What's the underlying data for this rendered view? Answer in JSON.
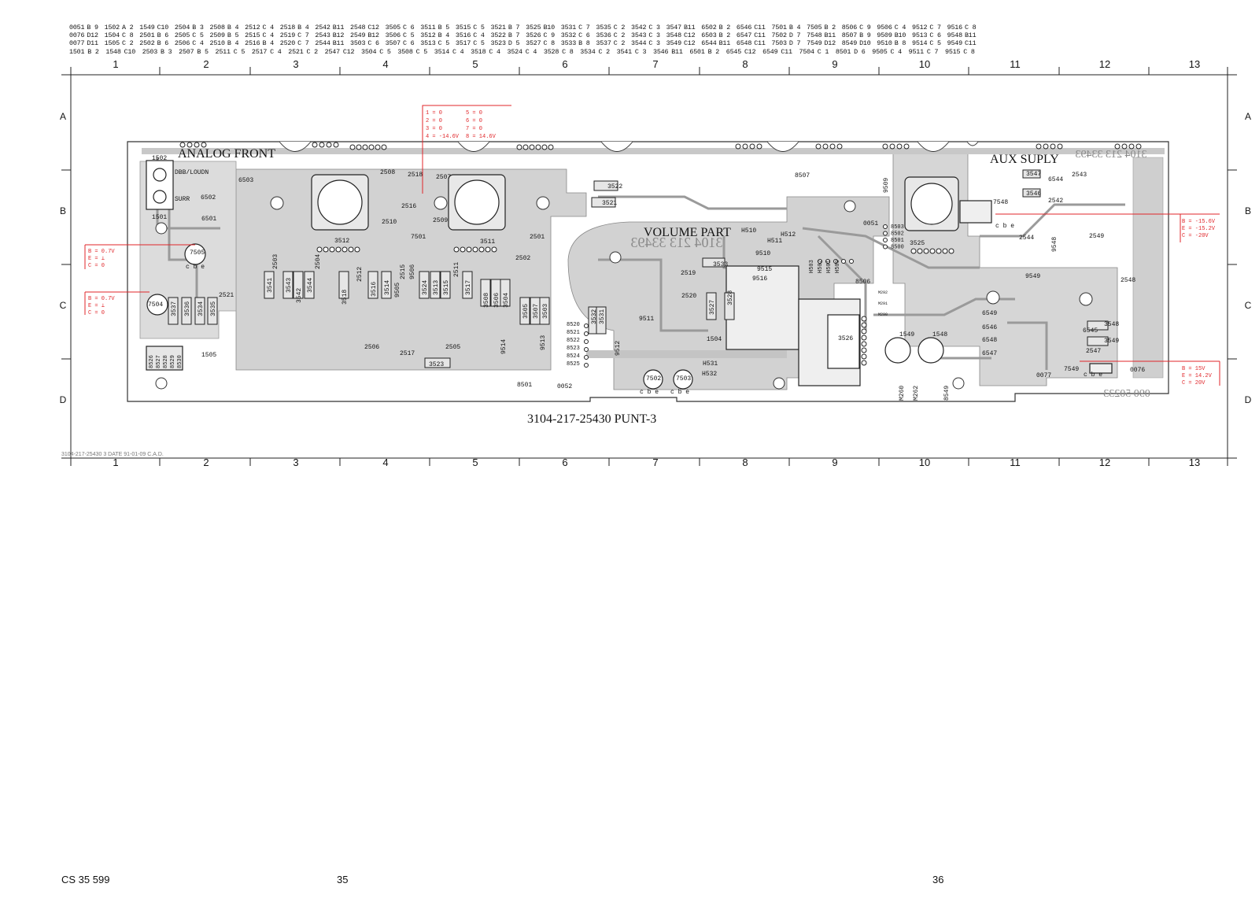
{
  "locator_rows": [
    [
      "0051",
      "B 9",
      "1502",
      "A 2",
      "1549",
      "C10",
      "2504",
      "B 3",
      "2508",
      "B 4",
      "2512",
      "C 4",
      "2518",
      "B 4",
      "2542",
      "B11",
      "2548",
      "C12",
      "3505",
      "C 6",
      "3511",
      "B 5",
      "3515",
      "C 5",
      "3521",
      "B 7",
      "3525",
      "B10",
      "3531",
      "C 7",
      "3535",
      "C 2",
      "3542",
      "C 3",
      "3547",
      "B11",
      "6502",
      "B 2",
      "6546",
      "C11",
      "7501",
      "B 4",
      "7505",
      "B 2",
      "8506",
      "C 9",
      "9506",
      "C 4",
      "9512",
      "C 7",
      "9516",
      "C 8"
    ],
    [
      "0076",
      "D12",
      "1504",
      "C 8",
      "2501",
      "B 6",
      "2505",
      "C 5",
      "2509",
      "B 5",
      "2515",
      "C 4",
      "2519",
      "C 7",
      "2543",
      "B12",
      "2549",
      "B12",
      "3506",
      "C 5",
      "3512",
      "B 4",
      "3516",
      "C 4",
      "3522",
      "B 7",
      "3526",
      "C 9",
      "3532",
      "C 6",
      "3536",
      "C 2",
      "3543",
      "C 3",
      "3548",
      "C12",
      "6503",
      "B 2",
      "6547",
      "C11",
      "7502",
      "D 7",
      "7548",
      "B11",
      "8507",
      "B 9",
      "9509",
      "B10",
      "9513",
      "C 6",
      "9548",
      "B11"
    ],
    [
      "0077",
      "D11",
      "1505",
      "C 2",
      "2502",
      "B 6",
      "2506",
      "C 4",
      "2510",
      "B 4",
      "2516",
      "B 4",
      "2520",
      "C 7",
      "2544",
      "B11",
      "3503",
      "C 6",
      "3507",
      "C 6",
      "3513",
      "C 5",
      "3517",
      "C 5",
      "3523",
      "D 5",
      "3527",
      "C 8",
      "3533",
      "B 8",
      "3537",
      "C 2",
      "3544",
      "C 3",
      "3549",
      "C12",
      "6544",
      "B11",
      "6548",
      "C11",
      "7503",
      "D 7",
      "7549",
      "D12",
      "8549",
      "D10",
      "9510",
      "B 8",
      "9514",
      "C 5",
      "9549",
      "C11"
    ],
    [
      "1501",
      "B 2",
      "1548",
      "C10",
      "2503",
      "B 3",
      "2507",
      "B 5",
      "2511",
      "C 5",
      "2517",
      "C 4",
      "2521",
      "C 2",
      "2547",
      "C12",
      "3504",
      "C 5",
      "3508",
      "C 5",
      "3514",
      "C 4",
      "3518",
      "C 4",
      "3524",
      "C 4",
      "3528",
      "C 8",
      "3534",
      "C 2",
      "3541",
      "C 3",
      "3546",
      "B11",
      "6501",
      "B 2",
      "6545",
      "C12",
      "6549",
      "C11",
      "7504",
      "C 1",
      "8501",
      "D 6",
      "9505",
      "C 4",
      "9511",
      "C 7",
      "9515",
      "C 8"
    ]
  ],
  "grid": {
    "columns": [
      "1",
      "2",
      "3",
      "4",
      "5",
      "6",
      "7",
      "8",
      "9",
      "10",
      "11",
      "12",
      "13"
    ],
    "rows": [
      "A",
      "B",
      "C",
      "D"
    ]
  },
  "sections": {
    "analog_front": "ANALOG FRONT",
    "volume_part": "VOLUME PART",
    "aux_supply": "AUX SUPLY"
  },
  "board_id": "3104-217-25430 PUNT-3",
  "mirrored_marks": [
    "3104 213 33493",
    "3104 213 33493",
    "090 50233"
  ],
  "cad_stamp": "3104-217-25430  3   DATE   91-01-09   C.A.D.",
  "switch_labels": [
    "1502",
    "DBB/LOUDN",
    "SURR",
    "1501"
  ],
  "components": [
    {
      "ref": "6503"
    },
    {
      "ref": "6502"
    },
    {
      "ref": "6501"
    },
    {
      "ref": "7505"
    },
    {
      "ref": "7504"
    },
    {
      "ref": "2508"
    },
    {
      "ref": "2518"
    },
    {
      "ref": "2507"
    },
    {
      "ref": "2516"
    },
    {
      "ref": "2510"
    },
    {
      "ref": "2509"
    },
    {
      "ref": "7501"
    },
    {
      "ref": "3512"
    },
    {
      "ref": "3511"
    },
    {
      "ref": "2501"
    },
    {
      "ref": "2502"
    },
    {
      "ref": "3522"
    },
    {
      "ref": "3521"
    },
    {
      "ref": "8507"
    },
    {
      "ref": "9509"
    },
    {
      "ref": "0051"
    },
    {
      "ref": "3525"
    },
    {
      "ref": "3547"
    },
    {
      "ref": "6544"
    },
    {
      "ref": "3546"
    },
    {
      "ref": "2543"
    },
    {
      "ref": "2542"
    },
    {
      "ref": "7548"
    },
    {
      "ref": "2544"
    },
    {
      "ref": "9548"
    },
    {
      "ref": "2549"
    },
    {
      "ref": "9549"
    },
    {
      "ref": "2548"
    },
    {
      "ref": "6549"
    },
    {
      "ref": "6546"
    },
    {
      "ref": "6548"
    },
    {
      "ref": "6547"
    },
    {
      "ref": "6545"
    },
    {
      "ref": "3548"
    },
    {
      "ref": "3549"
    },
    {
      "ref": "2547"
    },
    {
      "ref": "7549"
    },
    {
      "ref": "0077"
    },
    {
      "ref": "0076"
    },
    {
      "ref": "1549"
    },
    {
      "ref": "1548"
    },
    {
      "ref": "M260"
    },
    {
      "ref": "M262"
    },
    {
      "ref": "8549"
    },
    {
      "ref": "3526"
    },
    {
      "ref": "8506"
    },
    {
      "ref": "H510"
    },
    {
      "ref": "H511"
    },
    {
      "ref": "H512"
    },
    {
      "ref": "9510"
    },
    {
      "ref": "9515"
    },
    {
      "ref": "9516"
    },
    {
      "ref": "3533"
    },
    {
      "ref": "2519"
    },
    {
      "ref": "2520"
    },
    {
      "ref": "3527"
    },
    {
      "ref": "3528"
    },
    {
      "ref": "9511"
    },
    {
      "ref": "9512"
    },
    {
      "ref": "1504"
    },
    {
      "ref": "H531"
    },
    {
      "ref": "H532"
    },
    {
      "ref": "7502"
    },
    {
      "ref": "7503"
    },
    {
      "ref": "3532"
    },
    {
      "ref": "3531"
    },
    {
      "ref": "0052"
    },
    {
      "ref": "8501"
    },
    {
      "ref": "9513"
    },
    {
      "ref": "9514"
    },
    {
      "ref": "3523"
    },
    {
      "ref": "2505"
    },
    {
      "ref": "2517"
    },
    {
      "ref": "2506"
    },
    {
      "ref": "3537"
    },
    {
      "ref": "3536"
    },
    {
      "ref": "3534"
    },
    {
      "ref": "3535"
    },
    {
      "ref": "2521"
    },
    {
      "ref": "1505"
    },
    {
      "ref": "3541"
    },
    {
      "ref": "2503"
    },
    {
      "ref": "3543"
    },
    {
      "ref": "3542"
    },
    {
      "ref": "3544"
    },
    {
      "ref": "2504"
    },
    {
      "ref": "3518"
    },
    {
      "ref": "2512"
    },
    {
      "ref": "3516"
    },
    {
      "ref": "3514"
    },
    {
      "ref": "9505"
    },
    {
      "ref": "2515"
    },
    {
      "ref": "9506"
    },
    {
      "ref": "3524"
    },
    {
      "ref": "3513"
    },
    {
      "ref": "3515"
    },
    {
      "ref": "2511"
    },
    {
      "ref": "3517"
    },
    {
      "ref": "3508"
    },
    {
      "ref": "3506"
    },
    {
      "ref": "3504"
    },
    {
      "ref": "3505"
    },
    {
      "ref": "3507"
    },
    {
      "ref": "3503"
    }
  ],
  "connector_pins_left": [
    "8520",
    "8521",
    "8522",
    "8523",
    "8524",
    "8525"
  ],
  "connector_pins_mid": [
    "8503",
    "8502",
    "8501",
    "8500"
  ],
  "connector_pins_h": [
    "H503",
    "H502",
    "H501",
    "H500"
  ],
  "test_points": [
    "M292",
    "M291",
    "M290"
  ],
  "small_pins": [
    "8526",
    "8527",
    "8528",
    "8529",
    "8530"
  ],
  "annotations": {
    "pinout": [
      "1 = 0",
      "2 = 0",
      "3 = 0",
      "4 = -14.6V",
      "5 = 0",
      "6 = 0",
      "7 = 0",
      "8 = 14.6V"
    ],
    "t7505": [
      "B = 0.7V",
      "E = ⊥",
      "C = 0"
    ],
    "t7504": [
      "B = 0.7V",
      "E = ⊥",
      "C = 0"
    ],
    "t7548": [
      "B = -15.6V",
      "E = -15.2V",
      "C = -20V"
    ],
    "t7549": [
      "B = 15V",
      "E = 14.2V",
      "C = 20V"
    ]
  },
  "transistor_pins": "c b e",
  "footer": {
    "left": "CS 35 599",
    "page_left": "35",
    "page_right": "36"
  },
  "colors": {
    "board_fill": "#d2d2d2",
    "copper": "#a9a9a9",
    "annotation_red": "#e0262a",
    "ink": "#141414"
  }
}
